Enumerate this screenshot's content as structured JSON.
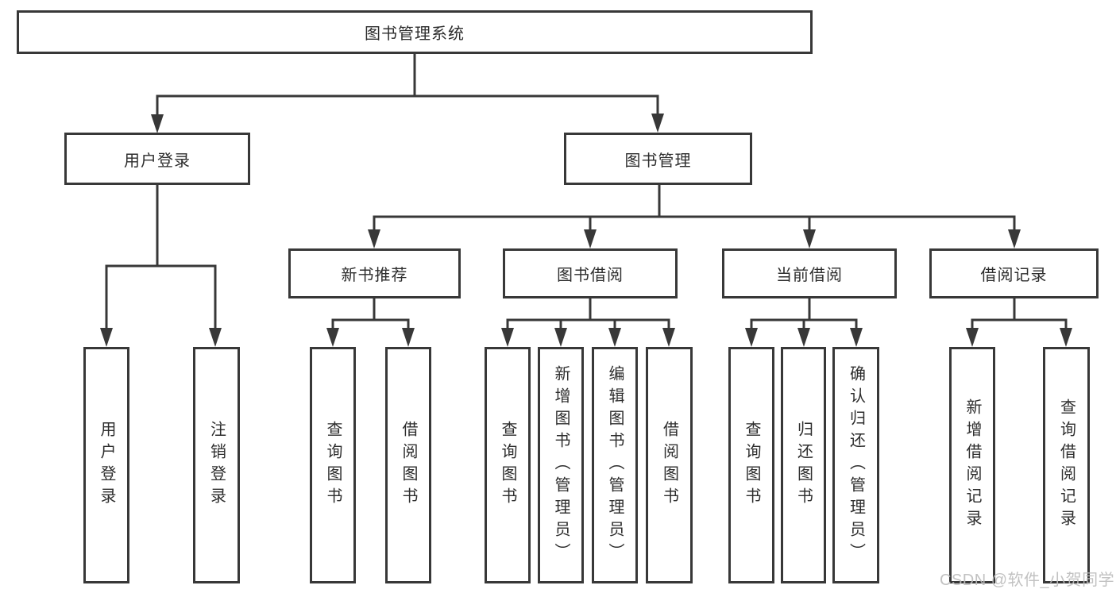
{
  "diagram": {
    "type": "function-structure-tree",
    "root": {
      "label": "图书管理系统",
      "children": [
        {
          "label": "用户登录",
          "children": [
            {
              "label": "用户登录"
            },
            {
              "label": "注销登录"
            }
          ]
        },
        {
          "label": "图书管理",
          "children": [
            {
              "label": "新书推荐",
              "children": [
                {
                  "label": "查询图书"
                },
                {
                  "label": "借阅图书"
                }
              ]
            },
            {
              "label": "图书借阅",
              "children": [
                {
                  "label": "查询图书"
                },
                {
                  "label": "新增图书（管理员）"
                },
                {
                  "label": "编辑图书（管理员）"
                },
                {
                  "label": "借阅图书"
                }
              ]
            },
            {
              "label": "当前借阅",
              "children": [
                {
                  "label": "查询图书"
                },
                {
                  "label": "归还图书"
                },
                {
                  "label": "确认归还（管理员）"
                }
              ]
            },
            {
              "label": "借阅记录",
              "children": [
                {
                  "label": "新增借阅记录"
                },
                {
                  "label": "查询借阅记录"
                }
              ]
            }
          ]
        }
      ]
    }
  },
  "watermark": {
    "text": "CSDN @软件_小贺同学"
  },
  "colors": {
    "line": "#383838",
    "box_border": "#383838",
    "text": "#2d2d2d",
    "background": "#ffffff",
    "watermark": "#bdbdbd"
  }
}
